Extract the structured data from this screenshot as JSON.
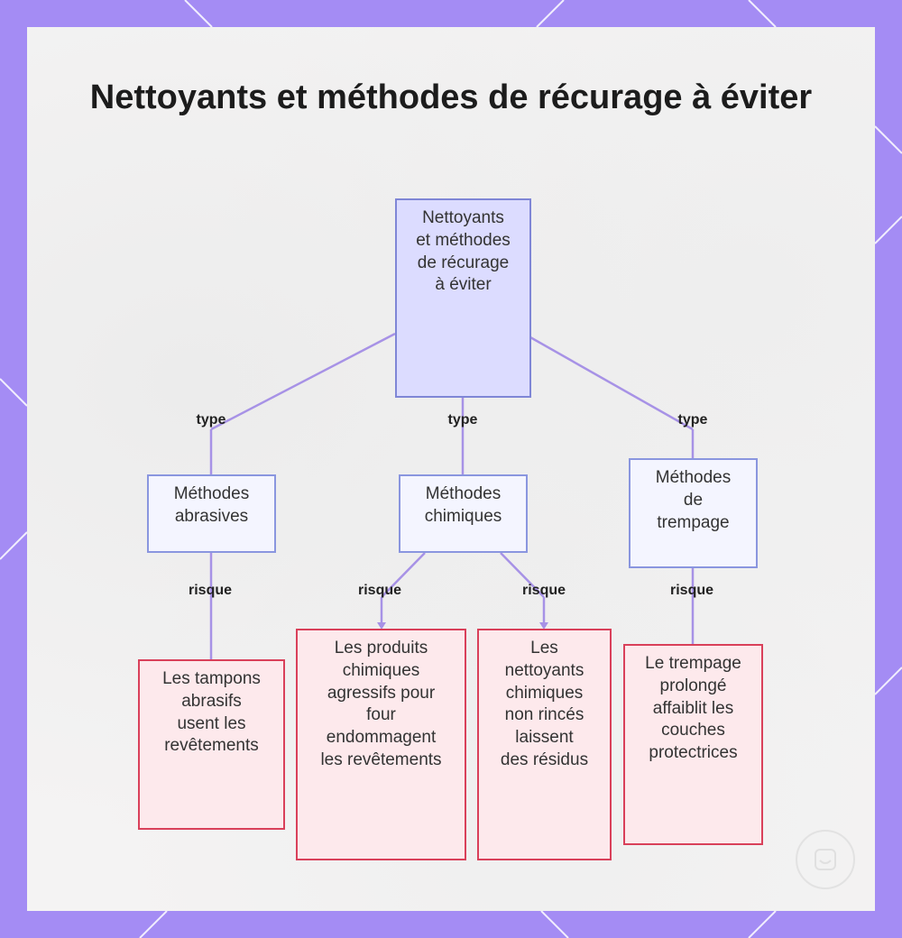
{
  "title": "Nettoyants et méthodes de récurage à éviter",
  "nodes": {
    "root": "Nettoyants et méthodes de récurage à éviter",
    "abrasive": "Méthodes abrasives",
    "chemical": "Méthodes chimiques",
    "soaking": "Méthodes de trempage",
    "risk_pads": "Les tampons abrasifs usent les revêtements",
    "risk_harsh": "Les produits chimiques agressifs pour four endommagent les revêtements",
    "risk_residue": "Les nettoyants chimiques non rincés laissent des résidus",
    "risk_soak": "Le trempage prolongé affaiblit les couches protectrices"
  },
  "edge_labels": {
    "type": "type",
    "risk": "risque"
  },
  "colors": {
    "frame": "#a48cf4",
    "root_fill": "#dcdcff",
    "category_border": "#8a96df",
    "risk_border": "#d9405a",
    "edge": "#a792e6"
  }
}
